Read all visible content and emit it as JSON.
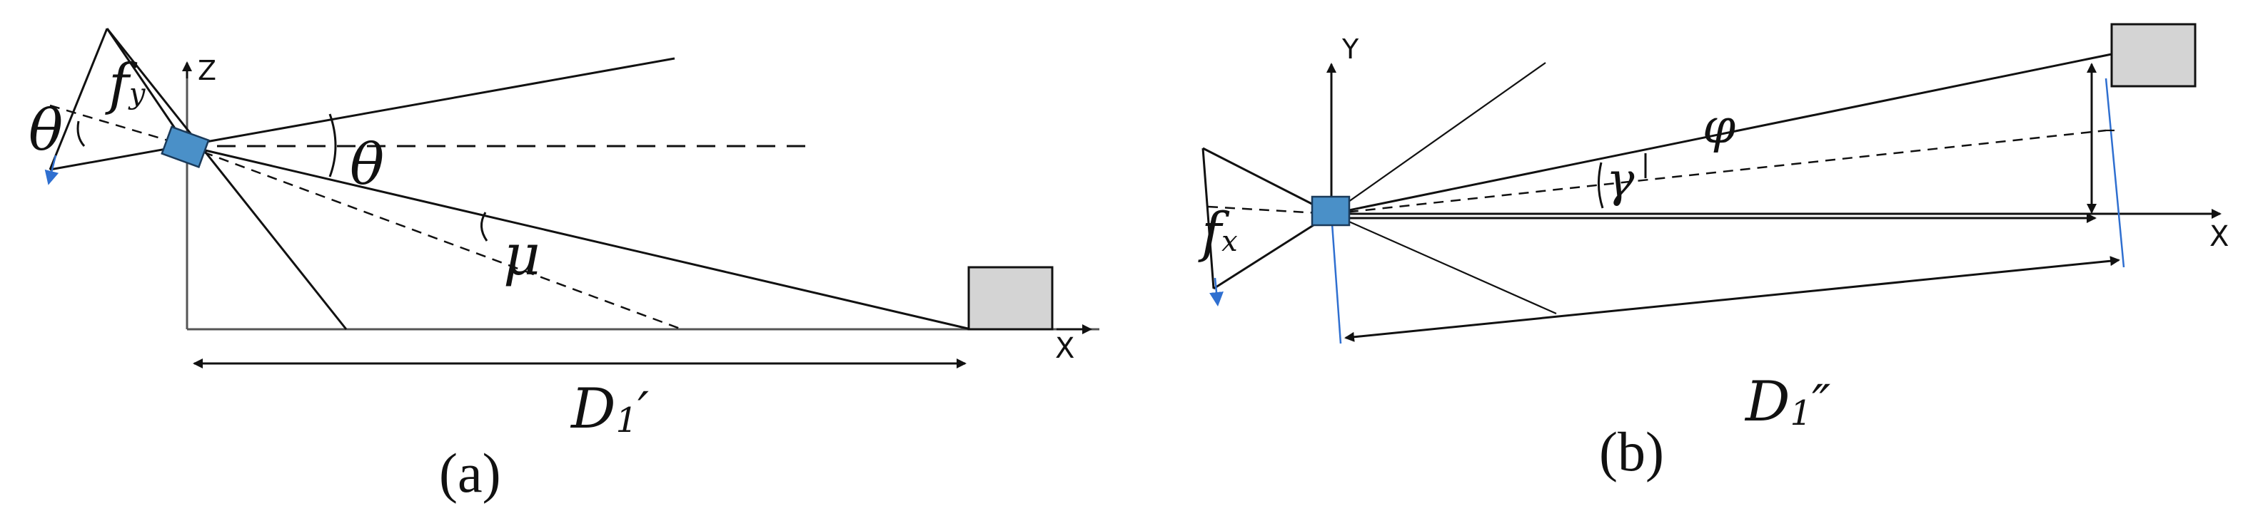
{
  "panel_a": {
    "caption": "(a)",
    "axis_z": "Z",
    "axis_x": "X",
    "focal_label": "f",
    "focal_sub": "y",
    "theta_left": "θ",
    "theta_right": "θ",
    "mu": "μ",
    "distance_main": "D",
    "distance_sub": "1",
    "distance_prime": "′"
  },
  "panel_b": {
    "caption": "(b)",
    "axis_y": "Y",
    "axis_x": "X",
    "focal_label": "f",
    "focal_sub": "x",
    "phi": "φ",
    "gamma": "γ",
    "distance_main": "D",
    "distance_sub": "1",
    "distance_prime": "″"
  }
}
